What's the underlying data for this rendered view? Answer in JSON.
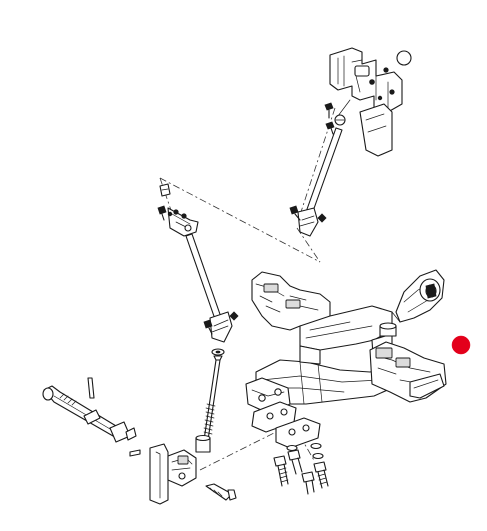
{
  "diagram": {
    "callouts": [
      {
        "id": "open-marker",
        "style": "outline",
        "color": "#1a1a1a"
      },
      {
        "id": "highlight-marker",
        "style": "filled",
        "color": "#e3001b"
      }
    ],
    "colors": {
      "line": "#1a1a1a",
      "background": "#ffffff",
      "highlight": "#e3001b"
    }
  }
}
